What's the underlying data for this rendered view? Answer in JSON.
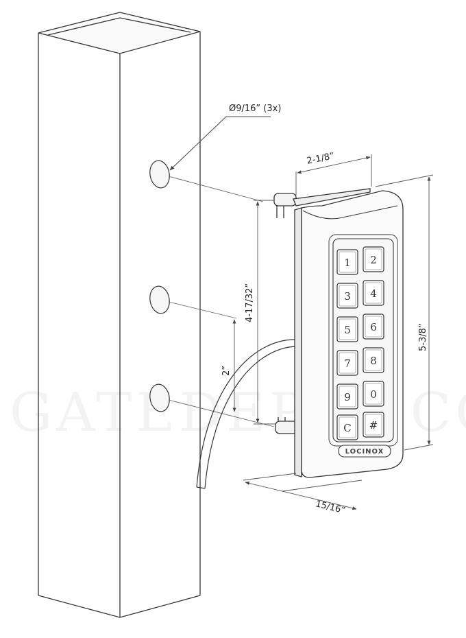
{
  "dimensions": {
    "hole_diameter": "Ø9/16” (3x)",
    "width": "2-1/8”",
    "mount_spacing": "4-17/32”",
    "hole_spacing": "2”",
    "height": "5-3/8”",
    "depth": "15/16”"
  },
  "keypad": {
    "keys": [
      "1",
      "2",
      "3",
      "4",
      "5",
      "6",
      "7",
      "8",
      "9",
      "0",
      "C",
      "#"
    ],
    "brand": "LOCINOX"
  },
  "watermark": "GATEDEPOT.COM",
  "colors": {
    "line": "#333333",
    "dimension_line": "#555555",
    "background": "#ffffff"
  }
}
